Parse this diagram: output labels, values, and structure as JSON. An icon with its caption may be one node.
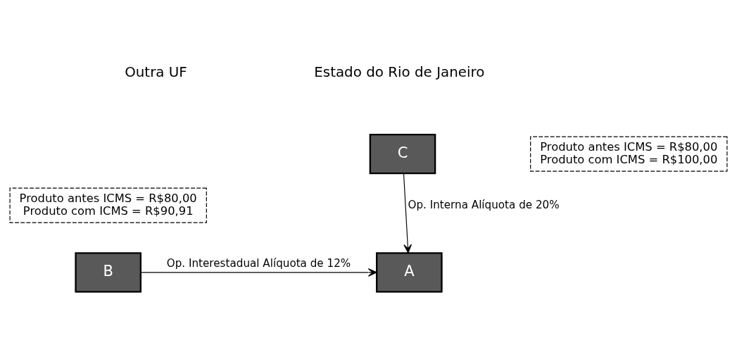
{
  "diagram": {
    "nodes": [
      {
        "text": [
          "Produto antes ICMS = R$80,00",
          "Produto com ICMS = R$100,00"
        ]
      },
      {
        "text": [
          "C"
        ]
      },
      {
        "text": [
          "Produto antes ICMS = R$80,00",
          "Produto com ICMS = R$90,91"
        ]
      },
      {
        "text": [
          "B"
        ]
      },
      {
        "text": [
          "A"
        ]
      }
    ],
    "edges": [
      {
        "from": 1,
        "to": 4,
        "arrow": "to",
        "label": "Op. Interna Alíquota de 20%"
      },
      {
        "from": 3,
        "to": 4,
        "arrow": "to",
        "label": "Op. Interestadual Alíquota de 12%"
      }
    ],
    "labels": [
      "Outra UF",
      "Estado do Rio de Janeiro"
    ]
  }
}
